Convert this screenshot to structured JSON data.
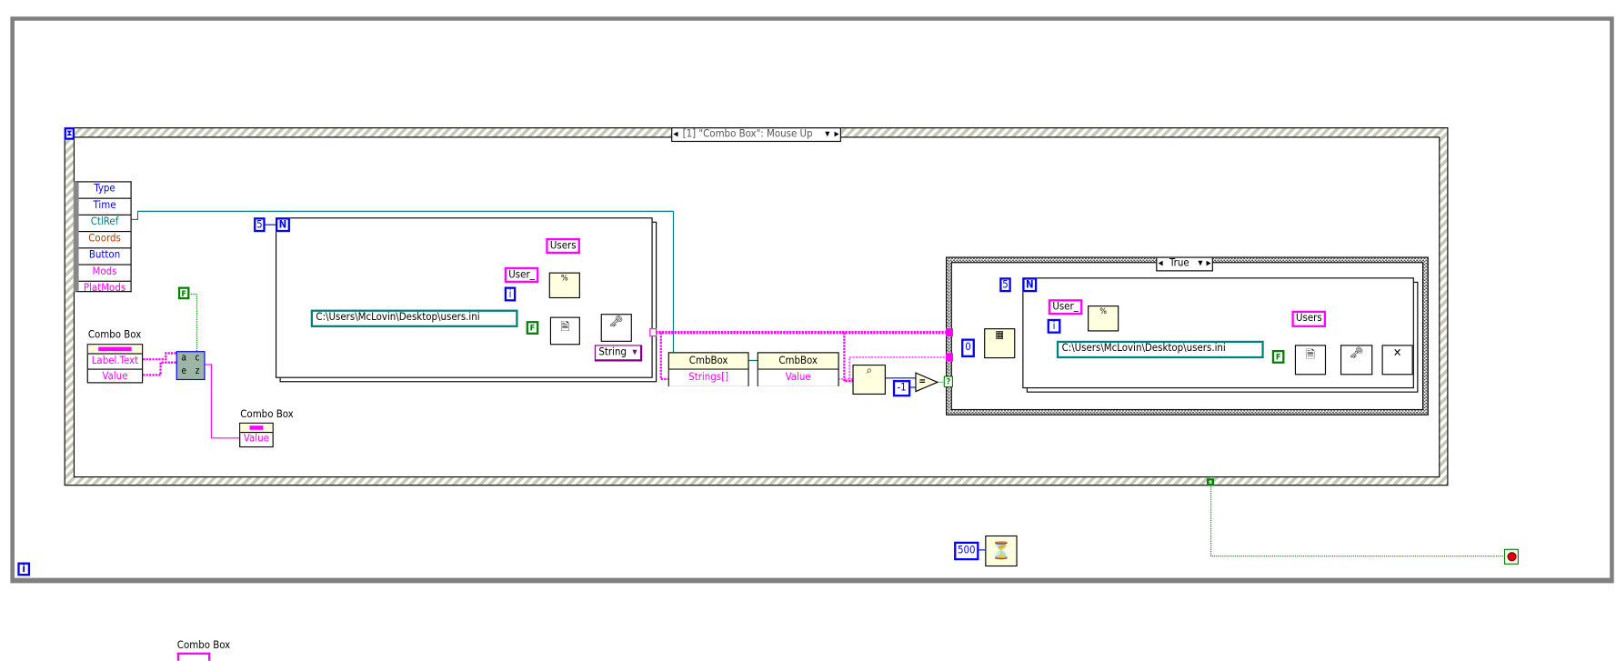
{
  "event_structure": {
    "selector": "[1] \"Combo Box\": Mouse Up",
    "event_data": [
      "Type",
      "Time",
      "CtlRef",
      "Coords",
      "Button",
      "Mods",
      "PlatMods"
    ],
    "event_data_colors": [
      "#0000ff",
      "#0000ff",
      "#008080",
      "#b04000",
      "#0000ff",
      "#ff00ff",
      "#ff00ff"
    ]
  },
  "left": {
    "false_const": "F",
    "prop_node_label": "Combo Box",
    "prop_items": [
      "Label.Text",
      "Value"
    ],
    "sort_glyphs": [
      "a",
      "c",
      "e",
      "z"
    ],
    "value_node_label": "Combo Box",
    "value_item": "Value"
  },
  "loop1": {
    "count": "5",
    "n_label": "N",
    "users_const": "Users",
    "user_prefix": "User_",
    "i_label": "i",
    "path": "C:\\Users\\McLovin\\Desktop\\users.ini",
    "false_const": "F",
    "type_select": "String"
  },
  "invoke_nodes": [
    {
      "title": "CmbBox",
      "item": "Strings[]"
    },
    {
      "title": "CmbBox",
      "item": "Value"
    }
  ],
  "compare": {
    "const": "-1",
    "op": "=",
    "sel": "?"
  },
  "case_structure": {
    "selector": "True",
    "index_const": "0",
    "loop_count": "5",
    "n_label": "N",
    "user_prefix": "User_",
    "i_label": "i",
    "users_const": "Users",
    "path": "C:\\Users\\McLovin\\Desktop\\users.ini",
    "false_const": "F"
  },
  "wait": {
    "ms": "500"
  },
  "while_loop": {
    "i_label": "i"
  },
  "bottom_terminal": {
    "label": "Combo Box"
  }
}
